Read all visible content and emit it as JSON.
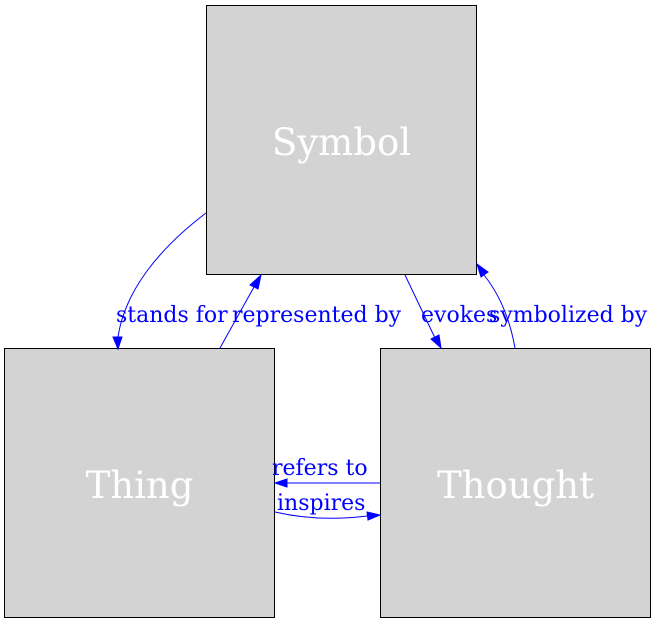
{
  "diagram": {
    "nodes": {
      "symbol": {
        "label": "Symbol"
      },
      "thing": {
        "label": "Thing"
      },
      "thought": {
        "label": "Thought"
      }
    },
    "edges": {
      "stands_for": {
        "label": "stands for",
        "from": "Symbol",
        "to": "Thing"
      },
      "represented_by": {
        "label": "represented by",
        "from": "Thing",
        "to": "Symbol"
      },
      "evokes": {
        "label": "evokes",
        "from": "Symbol",
        "to": "Thought"
      },
      "symbolized_by": {
        "label": "symbolized by",
        "from": "Thought",
        "to": "Symbol"
      },
      "refers_to": {
        "label": "refers to",
        "from": "Thought",
        "to": "Thing"
      },
      "inspires": {
        "label": "inspires",
        "from": "Thing",
        "to": "Thought"
      }
    },
    "colors": {
      "node_fill": "#d3d3d3",
      "node_stroke": "#000000",
      "node_text": "#ffffff",
      "edge": "#0000ff"
    }
  }
}
